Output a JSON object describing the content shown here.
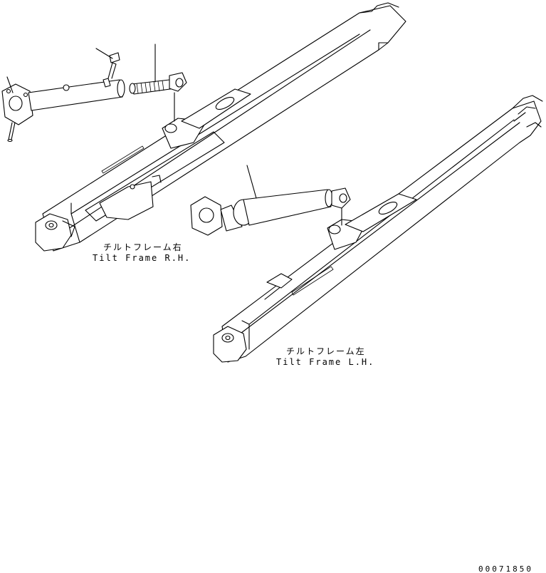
{
  "parts": {
    "right": {
      "label_jp": "チルトフレーム右",
      "label_en": "Tilt Frame R.H."
    },
    "left": {
      "label_jp": "チルトフレーム左",
      "label_en": "Tilt Frame L.H."
    }
  },
  "drawing_number": "00071850"
}
